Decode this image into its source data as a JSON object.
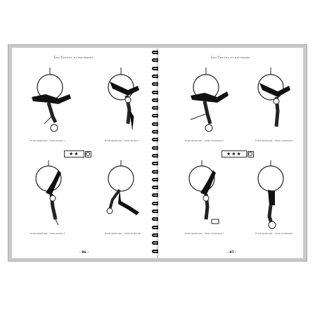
{
  "left_page": {
    "title": "Les Chutes et rattrapes",
    "rating": {
      "stars": "★★",
      "count": 2
    },
    "page_number": "- 86 -",
    "captions": [
      "Ecart américain - chute sirène 1",
      "Ecart américain - chute sirène 2",
      "Ecart américain - chute sirène 3",
      "Ecart américain - chute sirène fin"
    ]
  },
  "right_page": {
    "title": "Les Chutes et rattrapes",
    "rating": {
      "stars": "★★★",
      "count": 3
    },
    "page_number": "- 87 -",
    "captions": [
      "Ecart américain - chute tourniquet 1",
      "Ecart américain - chute tourniquet",
      "Ecart américain - chute tourniquet 1",
      "Ecart américain - chute tourniquet"
    ]
  },
  "colors": {
    "ink": "#111111",
    "page": "#ffffff",
    "cover": "#c9c9c9"
  },
  "icons": [
    "spiral-binding-icon",
    "circle-checkbox-icon",
    "aerial-hoop-figure"
  ]
}
